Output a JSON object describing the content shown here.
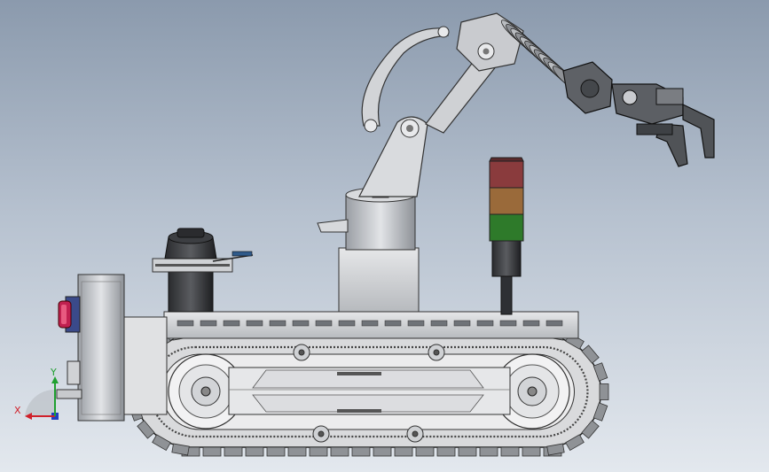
{
  "viewport": {
    "background_top": "#8b9aad",
    "background_bottom": "#e3e8ee"
  },
  "triad": {
    "x_label": "X",
    "y_label": "Y",
    "x_color": "#d0202a",
    "y_color": "#20a030",
    "z_color": "#2040c0"
  },
  "signal_tower": {
    "lights": [
      {
        "name": "red",
        "color": "#8a3b3d"
      },
      {
        "name": "amber",
        "color": "#9a6a3a"
      },
      {
        "name": "green",
        "color": "#2e7a2a"
      }
    ]
  },
  "parts": {
    "robot": "robot-assembly",
    "track": "crawler-track",
    "arm": "manipulator-arm",
    "gripper": "gripper",
    "tower": "signal-tower",
    "camera": "pan-tilt-camera",
    "front_box": "front-sensor-box",
    "button": "emergency-stop-button"
  }
}
